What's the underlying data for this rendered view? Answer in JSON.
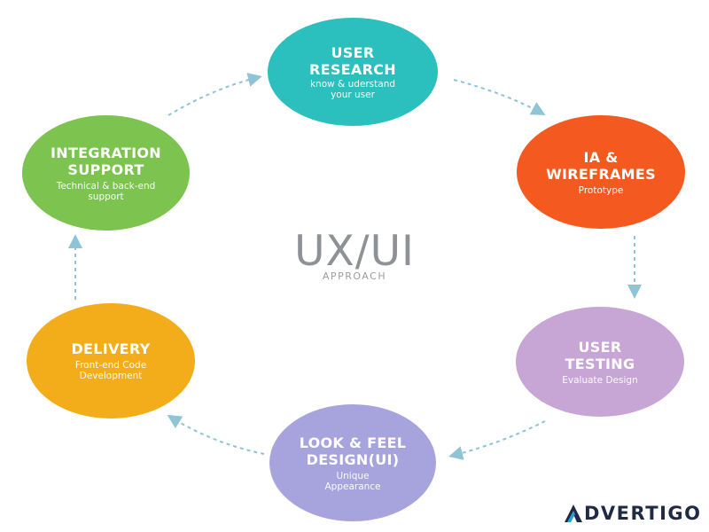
{
  "center": {
    "title": "UX/UI",
    "subtitle": "APPROACH"
  },
  "steps": [
    {
      "title_line1": "USER",
      "title_line2": "RESEARCH",
      "sub_line1": "know & uderstand",
      "sub_line2": "your user",
      "color": "#2bbfbd"
    },
    {
      "title_line1": "IA &",
      "title_line2": "WIREFRAMES",
      "sub_line1": "Prototype",
      "sub_line2": "",
      "color": "#f45a1f"
    },
    {
      "title_line1": "USER",
      "title_line2": "TESTING",
      "sub_line1": "Evaluate Design",
      "sub_line2": "",
      "color": "#c7a6d6"
    },
    {
      "title_line1": "LOOK & FEEL",
      "title_line2": "DESIGN(UI)",
      "sub_line1": "Unique",
      "sub_line2": "Appearance",
      "color": "#a7a4dd"
    },
    {
      "title_line1": "DELIVERY",
      "title_line2": "",
      "sub_line1": "Front-end Code",
      "sub_line2": "Development",
      "color": "#f3ad1a"
    },
    {
      "title_line1": "INTEGRATION",
      "title_line2": "SUPPORT",
      "sub_line1": "Technical & back-end",
      "sub_line2": "support",
      "color": "#7cc34f"
    }
  ],
  "connector_color": "#8fc3d6",
  "watermark": {
    "text": "DVERTIGO",
    "color": "#1f2a44"
  }
}
